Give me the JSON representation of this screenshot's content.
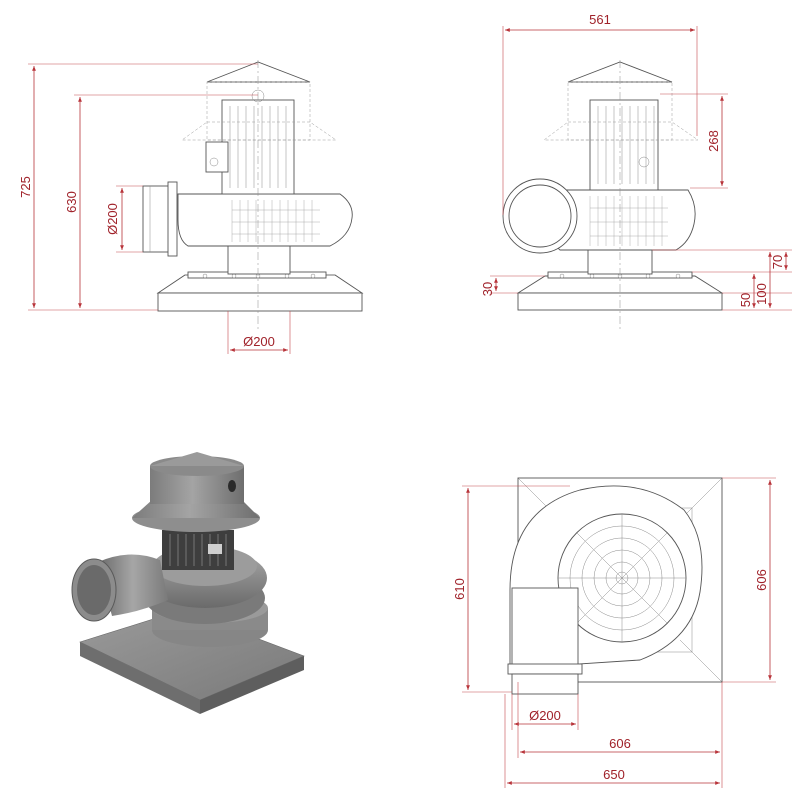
{
  "colors": {
    "dimension": "#b8343a",
    "outline": "#555555",
    "render_body": "#8c8c8c",
    "background": "#ffffff"
  },
  "views": {
    "side": {
      "dims": {
        "total_height": "725",
        "height_to_roof": "630",
        "inlet_diameter": "Ø200",
        "outlet_diameter": "Ø200"
      }
    },
    "front": {
      "dims": {
        "width": "561",
        "roof_height": "268",
        "d70": "70",
        "d100": "100",
        "d50": "50",
        "d30": "30"
      }
    },
    "top": {
      "dims": {
        "depth": "610",
        "base_depth": "606",
        "inlet_diameter": "Ø200",
        "base_width": "606",
        "overall_width": "650"
      }
    },
    "render": {
      "icon": "3d-render-fan-unit"
    }
  }
}
